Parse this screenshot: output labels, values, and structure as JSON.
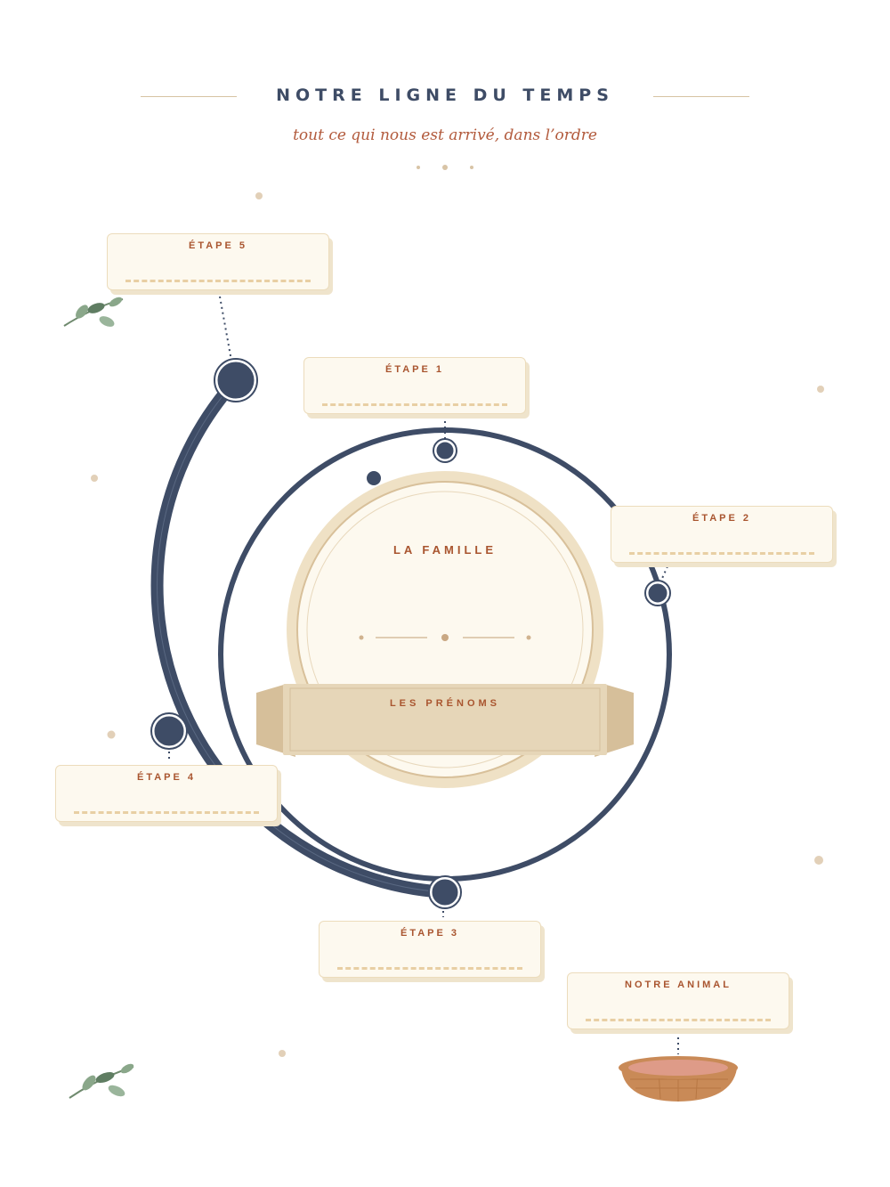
{
  "header": {
    "title": "NOTRE LIGNE DU TEMPS",
    "subtitle": "tout ce qui nous est arrivé, dans l’ordre"
  },
  "center": {
    "title": "LA FAMILLE",
    "ribbon_label": "LES PRÉNOMS"
  },
  "steps": [
    {
      "label": "ÉTAPE 1"
    },
    {
      "label": "ÉTAPE 2"
    },
    {
      "label": "ÉTAPE 3"
    },
    {
      "label": "ÉTAPE 4"
    },
    {
      "label": "ÉTAPE 5"
    }
  ],
  "pet": {
    "label": "NOTRE ANIMAL"
  },
  "colors": {
    "navy": "#3e4c66",
    "rust": "#a9552f",
    "sand": "#e8d8bc",
    "cream": "#fdf9ef",
    "leaf": "#8aa78a"
  },
  "icons": [
    "leaf-branch-icon",
    "pet-bed-icon"
  ]
}
